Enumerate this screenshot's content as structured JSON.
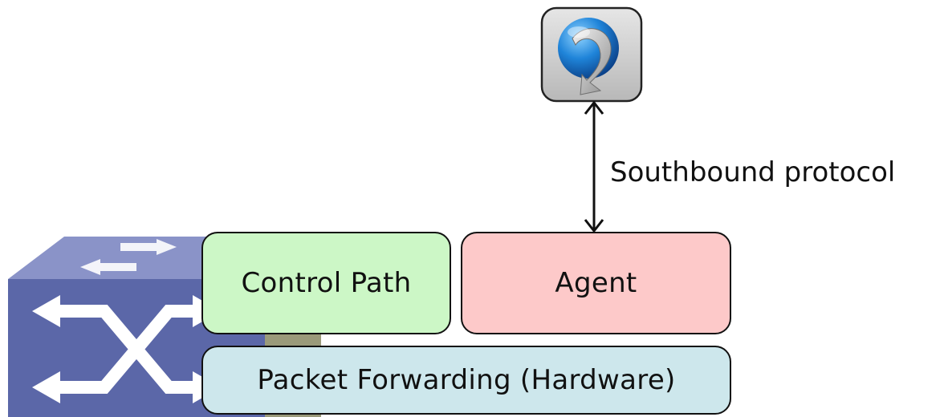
{
  "diagram": {
    "layers": {
      "control_path": "Control Path",
      "agent": "Agent",
      "packet_forwarding": "Packet Forwarding (Hardware)"
    },
    "link_label": "Southbound protocol",
    "icons": {
      "controller": "sdn-controller-icon",
      "switch": "network-switch-icon"
    },
    "colors": {
      "control_path_fill": "#ccf7c6",
      "agent_fill": "#fdc9c9",
      "packet_forwarding_fill": "#cde7ec",
      "switch_body": "#5b67a8"
    }
  }
}
